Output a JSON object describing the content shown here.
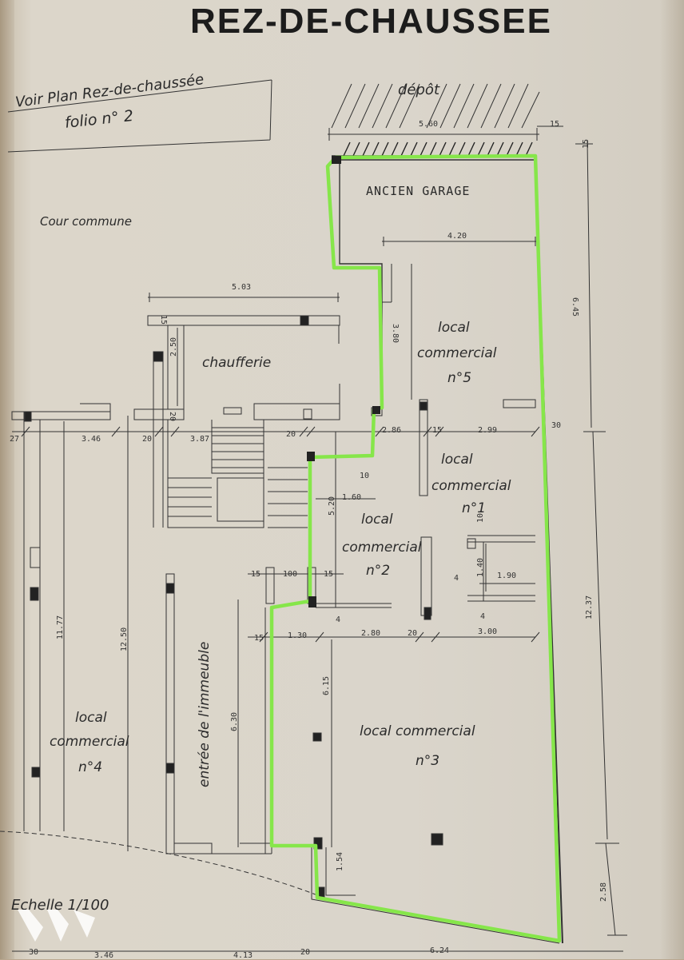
{
  "title": "REZ-DE-CHAUSSEE",
  "note": {
    "line1": "Voir Plan Rez-de-chaussée",
    "line2": "folio n° 2"
  },
  "labels": {
    "depot": "dépôt",
    "cour": "Cour commune",
    "garage": "ANCIEN GARAGE",
    "local5_a": "local",
    "local5_b": "commercial",
    "local5_c": "n°5",
    "chaufferie": "chaufferie",
    "local1_a": "local",
    "local1_b": "commercial",
    "local1_c": "n°1",
    "local2_a": "local",
    "local2_b": "commercial",
    "local2_c": "n°2",
    "local3_a": "local commercial",
    "local3_b": "n°3",
    "local4_a": "local",
    "local4_b": "commercial",
    "local4_c": "n°4",
    "entree": "entrée de l'immeuble",
    "echelle": "Echelle 1/100"
  },
  "dims": {
    "d560": "5.60",
    "d15a": "15",
    "d15b": "15",
    "d420": "4.20",
    "d645": "6.45",
    "d503": "5.03",
    "d15c": "15",
    "d380": "3.80",
    "d250": "2.50",
    "d27": "27",
    "d346": "3.46",
    "d20a": "20",
    "d387": "3.87",
    "d20b": "20",
    "d20c": "20",
    "d286": "2.86",
    "d15d": "15",
    "d299": "2.99",
    "d30a": "30",
    "d10a": "10",
    "d160": "1.60",
    "d520": "5.20",
    "d10b": "10",
    "d140": "1.40",
    "d190": "1.90",
    "d4a": "4",
    "d4b": "4",
    "d4c": "4",
    "d15e": "15",
    "d100": "100",
    "d15f": "15",
    "d15g": "15",
    "d130": "1.30",
    "d280": "2.80",
    "d20d": "20",
    "d300": "3.00",
    "d1177": "11.77",
    "d1250": "12.50",
    "d630": "6.30",
    "d615": "6.15",
    "d1237": "12.37",
    "d154": "1.54",
    "d258": "2.58",
    "d30b": "30",
    "d346b": "3.46",
    "d413": "4.13",
    "d20e": "20",
    "d624": "6.24"
  }
}
